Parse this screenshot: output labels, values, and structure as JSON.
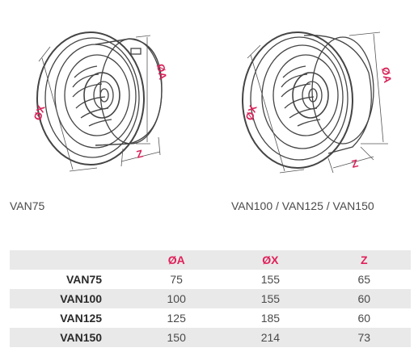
{
  "drawings": {
    "left": {
      "caption": "VAN75",
      "dim_a": "ØA",
      "dim_x": "ØX",
      "dim_z": "Z"
    },
    "right": {
      "caption": "VAN100 / VAN125 / VAN150",
      "dim_a": "ØA",
      "dim_x": "ØX",
      "dim_z": "Z"
    }
  },
  "table": {
    "headers": [
      "",
      "ØA",
      "ØX",
      "Z"
    ],
    "rows": [
      {
        "model": "VAN75",
        "a": "75",
        "x": "155",
        "z": "65"
      },
      {
        "model": "VAN100",
        "a": "100",
        "x": "155",
        "z": "60"
      },
      {
        "model": "VAN125",
        "a": "125",
        "x": "185",
        "z": "60"
      },
      {
        "model": "VAN150",
        "a": "150",
        "x": "214",
        "z": "73"
      }
    ],
    "colors": {
      "header_text": "#e0205a",
      "row_shade": "#e9e9e9"
    }
  }
}
